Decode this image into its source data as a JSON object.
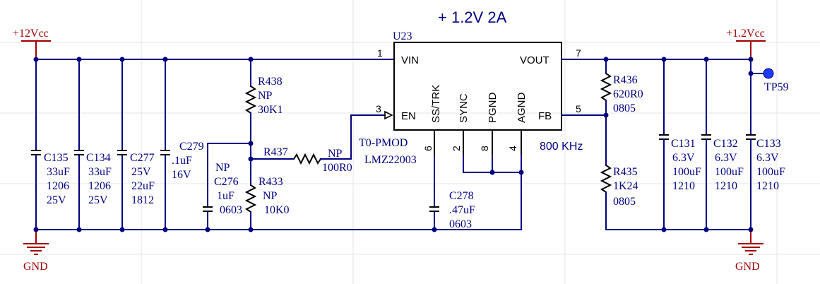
{
  "title": "+ 1.2V 2A",
  "rails": {
    "in": "+12Vcc",
    "out": "+1.2Vcc"
  },
  "gnd": {
    "left": "GND",
    "right": "GND"
  },
  "ic": {
    "ref": "U23",
    "part": "T0-PMOD",
    "value": "LMZ22003",
    "freq": "800 KHz",
    "pins": {
      "vin": "VIN",
      "vout": "VOUT",
      "en": "EN",
      "fb": "FB",
      "sstrk": "SS/TRK",
      "sync": "SYNC",
      "pgnd": "PGND",
      "agnd": "AGND"
    },
    "pin_numbers": {
      "vin": "1",
      "vout": "7",
      "en": "3",
      "fb": "5",
      "sstrk": "6",
      "sync": "2",
      "pgnd": "8",
      "agnd": "4"
    }
  },
  "caps_in": [
    {
      "ref": "C135",
      "l1": "33uF",
      "l2": "1206",
      "l3": "25V"
    },
    {
      "ref": "C134",
      "l1": "33uF",
      "l2": "1206",
      "l3": "25V"
    },
    {
      "ref": "C277",
      "l1": "25V",
      "l2": "22uF",
      "l3": "1812"
    },
    {
      "ref": "C279",
      "l1": ".1uF",
      "l2": "16V"
    }
  ],
  "c276": {
    "np": "NP",
    "ref": "C276",
    "val": "1uF",
    "pkg": "0603"
  },
  "r438": {
    "ref": "R438",
    "np": "NP",
    "val": "30K1"
  },
  "r437": {
    "ref": "R437",
    "np": "NP",
    "val": "100R0"
  },
  "r433": {
    "ref": "R433",
    "np": "NP",
    "val": "10K0"
  },
  "c278": {
    "ref": "C278",
    "val": ".47uF",
    "pkg": "0603"
  },
  "r436": {
    "ref": "R436",
    "val": "620R0",
    "pkg": "0805"
  },
  "r435": {
    "ref": "R435",
    "val": "1K24",
    "pkg": "0805"
  },
  "caps_out": [
    {
      "ref": "C131",
      "l1": "6.3V",
      "l2": "100uF",
      "l3": "1210"
    },
    {
      "ref": "C132",
      "l1": "6.3V",
      "l2": "100uF",
      "l3": "1210"
    },
    {
      "ref": "C133",
      "l1": "6.3V",
      "l2": "100uF",
      "l3": "1210"
    }
  ],
  "testpoint": "TP59"
}
